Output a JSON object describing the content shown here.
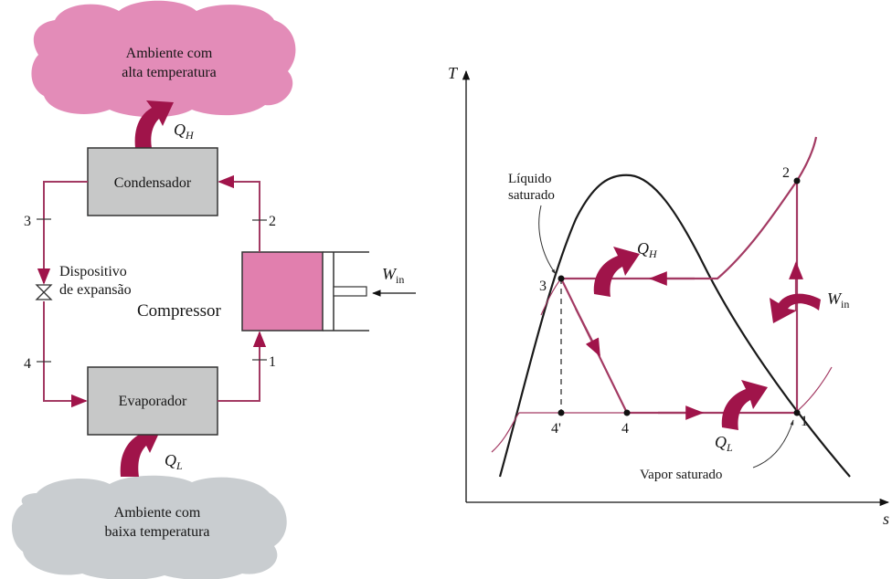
{
  "colors": {
    "magenta": "#a0144a",
    "line": "#a33a63",
    "hot_cloud": "#e07fb0",
    "cold_cloud": "#c9cdd0",
    "box_fill": "#c7c8c8",
    "compressor_fill": "#e17fae",
    "curve": "#1a1a1a"
  },
  "cycle": {
    "hot_env": {
      "line1": "Ambiente com",
      "line2": "alta temperatura"
    },
    "cold_env": {
      "line1": "Ambiente com",
      "line2": "baixa temperatura"
    },
    "q_h": {
      "sym": "Q",
      "sub": "H"
    },
    "q_l": {
      "sym": "Q",
      "sub": "L"
    },
    "condenser": "Condensador",
    "evaporator": "Evaporador",
    "compressor": "Compressor",
    "expansion": {
      "line1": "Dispositivo",
      "line2": "de expansão"
    },
    "w_in": {
      "sym": "W",
      "sub": "in"
    },
    "states": [
      "1",
      "2",
      "3",
      "4"
    ]
  },
  "ts": {
    "axis_y": "T",
    "axis_x": "s",
    "liquid": {
      "line1": "Líquido",
      "line2": "saturado"
    },
    "vapor": "Vapor saturado",
    "q_h": {
      "sym": "Q",
      "sub": "H"
    },
    "q_l": {
      "sym": "Q",
      "sub": "L"
    },
    "w_in": {
      "sym": "W",
      "sub": "in"
    },
    "points": {
      "p1": "1",
      "p2": "2",
      "p3": "3",
      "p4": "4",
      "p4p": "4'"
    }
  }
}
